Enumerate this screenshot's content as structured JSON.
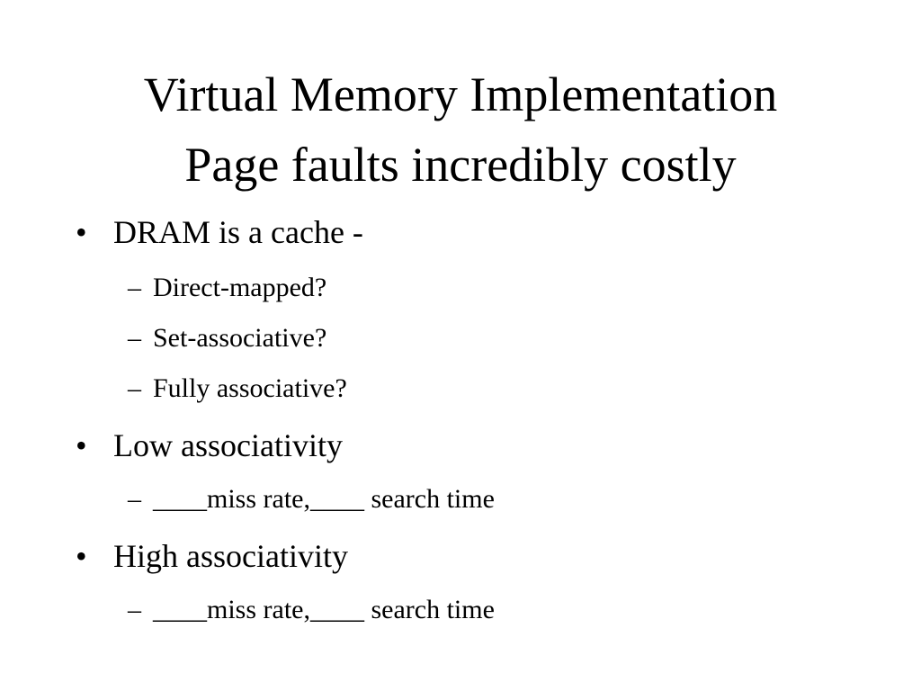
{
  "slide": {
    "title_line1": "Virtual Memory Implementation",
    "title_line2": "Page faults incredibly costly",
    "bullet_marker": "•",
    "sub_marker": "–",
    "bullets": [
      {
        "text": "DRAM is a cache -",
        "subs": [
          "Direct-mapped?",
          "Set-associative?",
          "Fully associative?"
        ]
      },
      {
        "text": "Low associativity",
        "subs": [
          "____miss rate,____ search time"
        ]
      },
      {
        "text": "High associativity",
        "subs": [
          "____miss rate,____ search time"
        ]
      }
    ]
  }
}
